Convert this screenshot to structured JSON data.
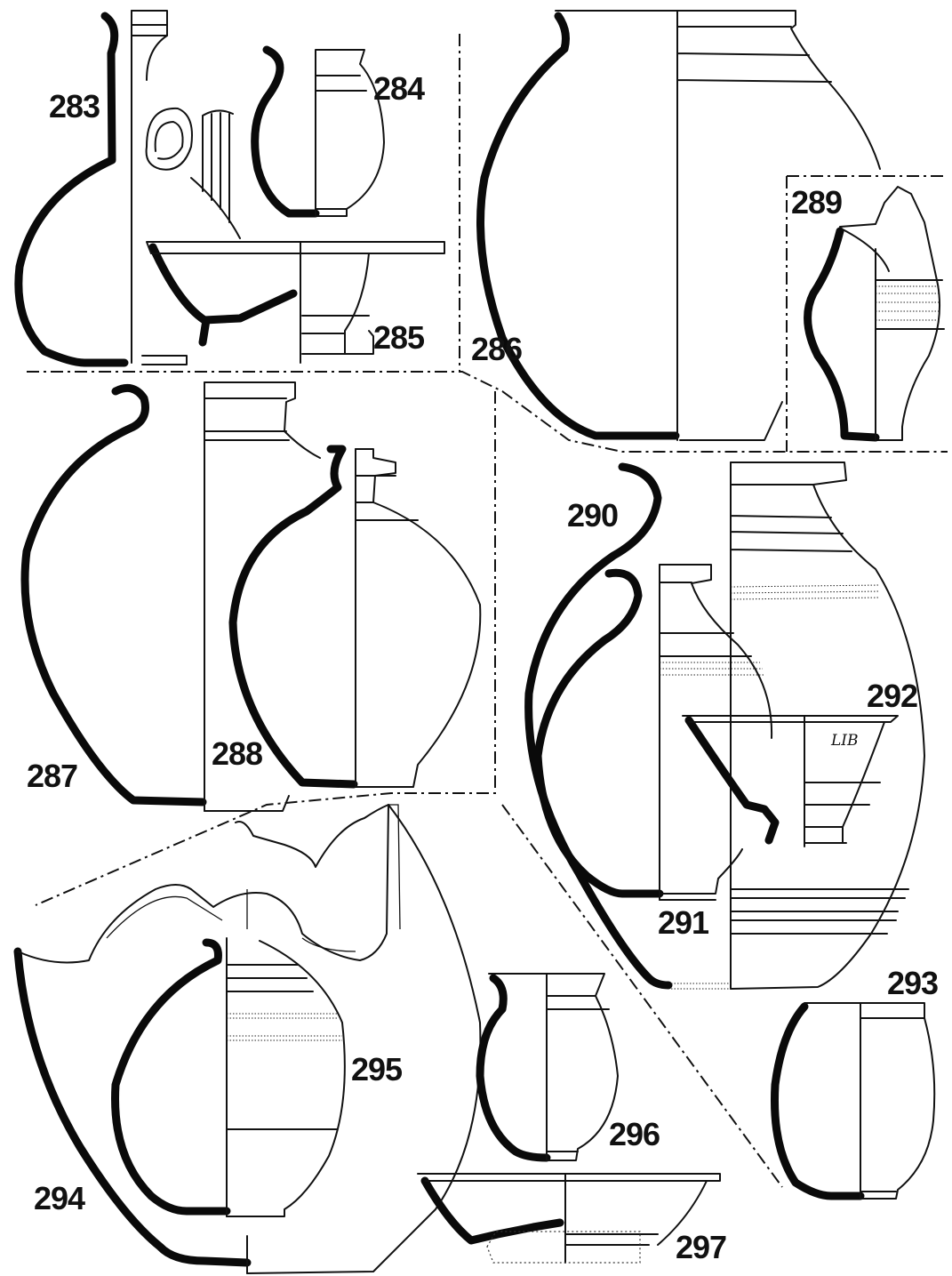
{
  "figure": {
    "labels": {
      "n283": "283",
      "n284": "284",
      "n285": "285",
      "n286": "286",
      "n287": "287",
      "n288": "288",
      "n289": "289",
      "n290": "290",
      "n291": "291",
      "n292": "292",
      "n293": "293",
      "n294": "294",
      "n295": "295",
      "n296": "296",
      "n297": "297"
    },
    "inscription_292": "LIB"
  }
}
